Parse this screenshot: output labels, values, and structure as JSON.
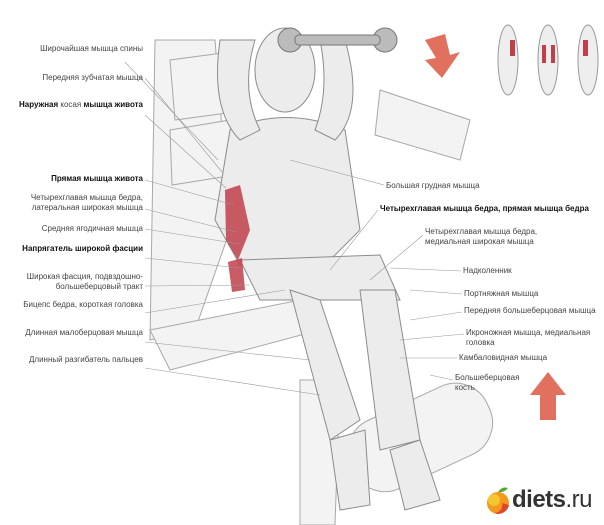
{
  "left_labels": [
    {
      "text": "Широчайшая мышца спины"
    },
    {
      "text": "Передняя зубчатая мышца"
    },
    {
      "bold1": "Наружная",
      "normal": " косая ",
      "bold2": "мышца живота"
    },
    {
      "text": "Прямая мышца живота"
    },
    {
      "text": "Четырехглавая мышца бедра, латеральная широкая мышца"
    },
    {
      "text": "Средняя ягодичная мышца"
    },
    {
      "text": "Напрягатель широкой фасции"
    },
    {
      "text": "Широкая фасция, подвздошно-большеберцовый тракт"
    },
    {
      "text": "Бицепс бедра, короткая головка"
    },
    {
      "text": "Длинная малоберцовая мышца"
    },
    {
      "text": "Длинный разгибатель пальцев"
    }
  ],
  "right_labels": [
    {
      "text": "Большая грудная мышца"
    },
    {
      "text": "Четырехглавая мышца бедра, прямая мышца бедра"
    },
    {
      "text": "Четырехглавая мышца бедра, медиальная широкая мышца"
    },
    {
      "text": "Надколенник"
    },
    {
      "text": "Портняжная мышца"
    },
    {
      "text": "Передняя большеберцовая мышца"
    },
    {
      "text": "Икроножная мышца, медиальная головка"
    },
    {
      "text": "Камбаловидная мышца"
    },
    {
      "text": "Большеберцовая кость"
    }
  ],
  "logo": {
    "name": "diets",
    "tld": ".ru"
  },
  "colors": {
    "highlight_muscle": "#c0404a",
    "arrow": "#e2705e",
    "sketch": "#9a9a9a"
  }
}
